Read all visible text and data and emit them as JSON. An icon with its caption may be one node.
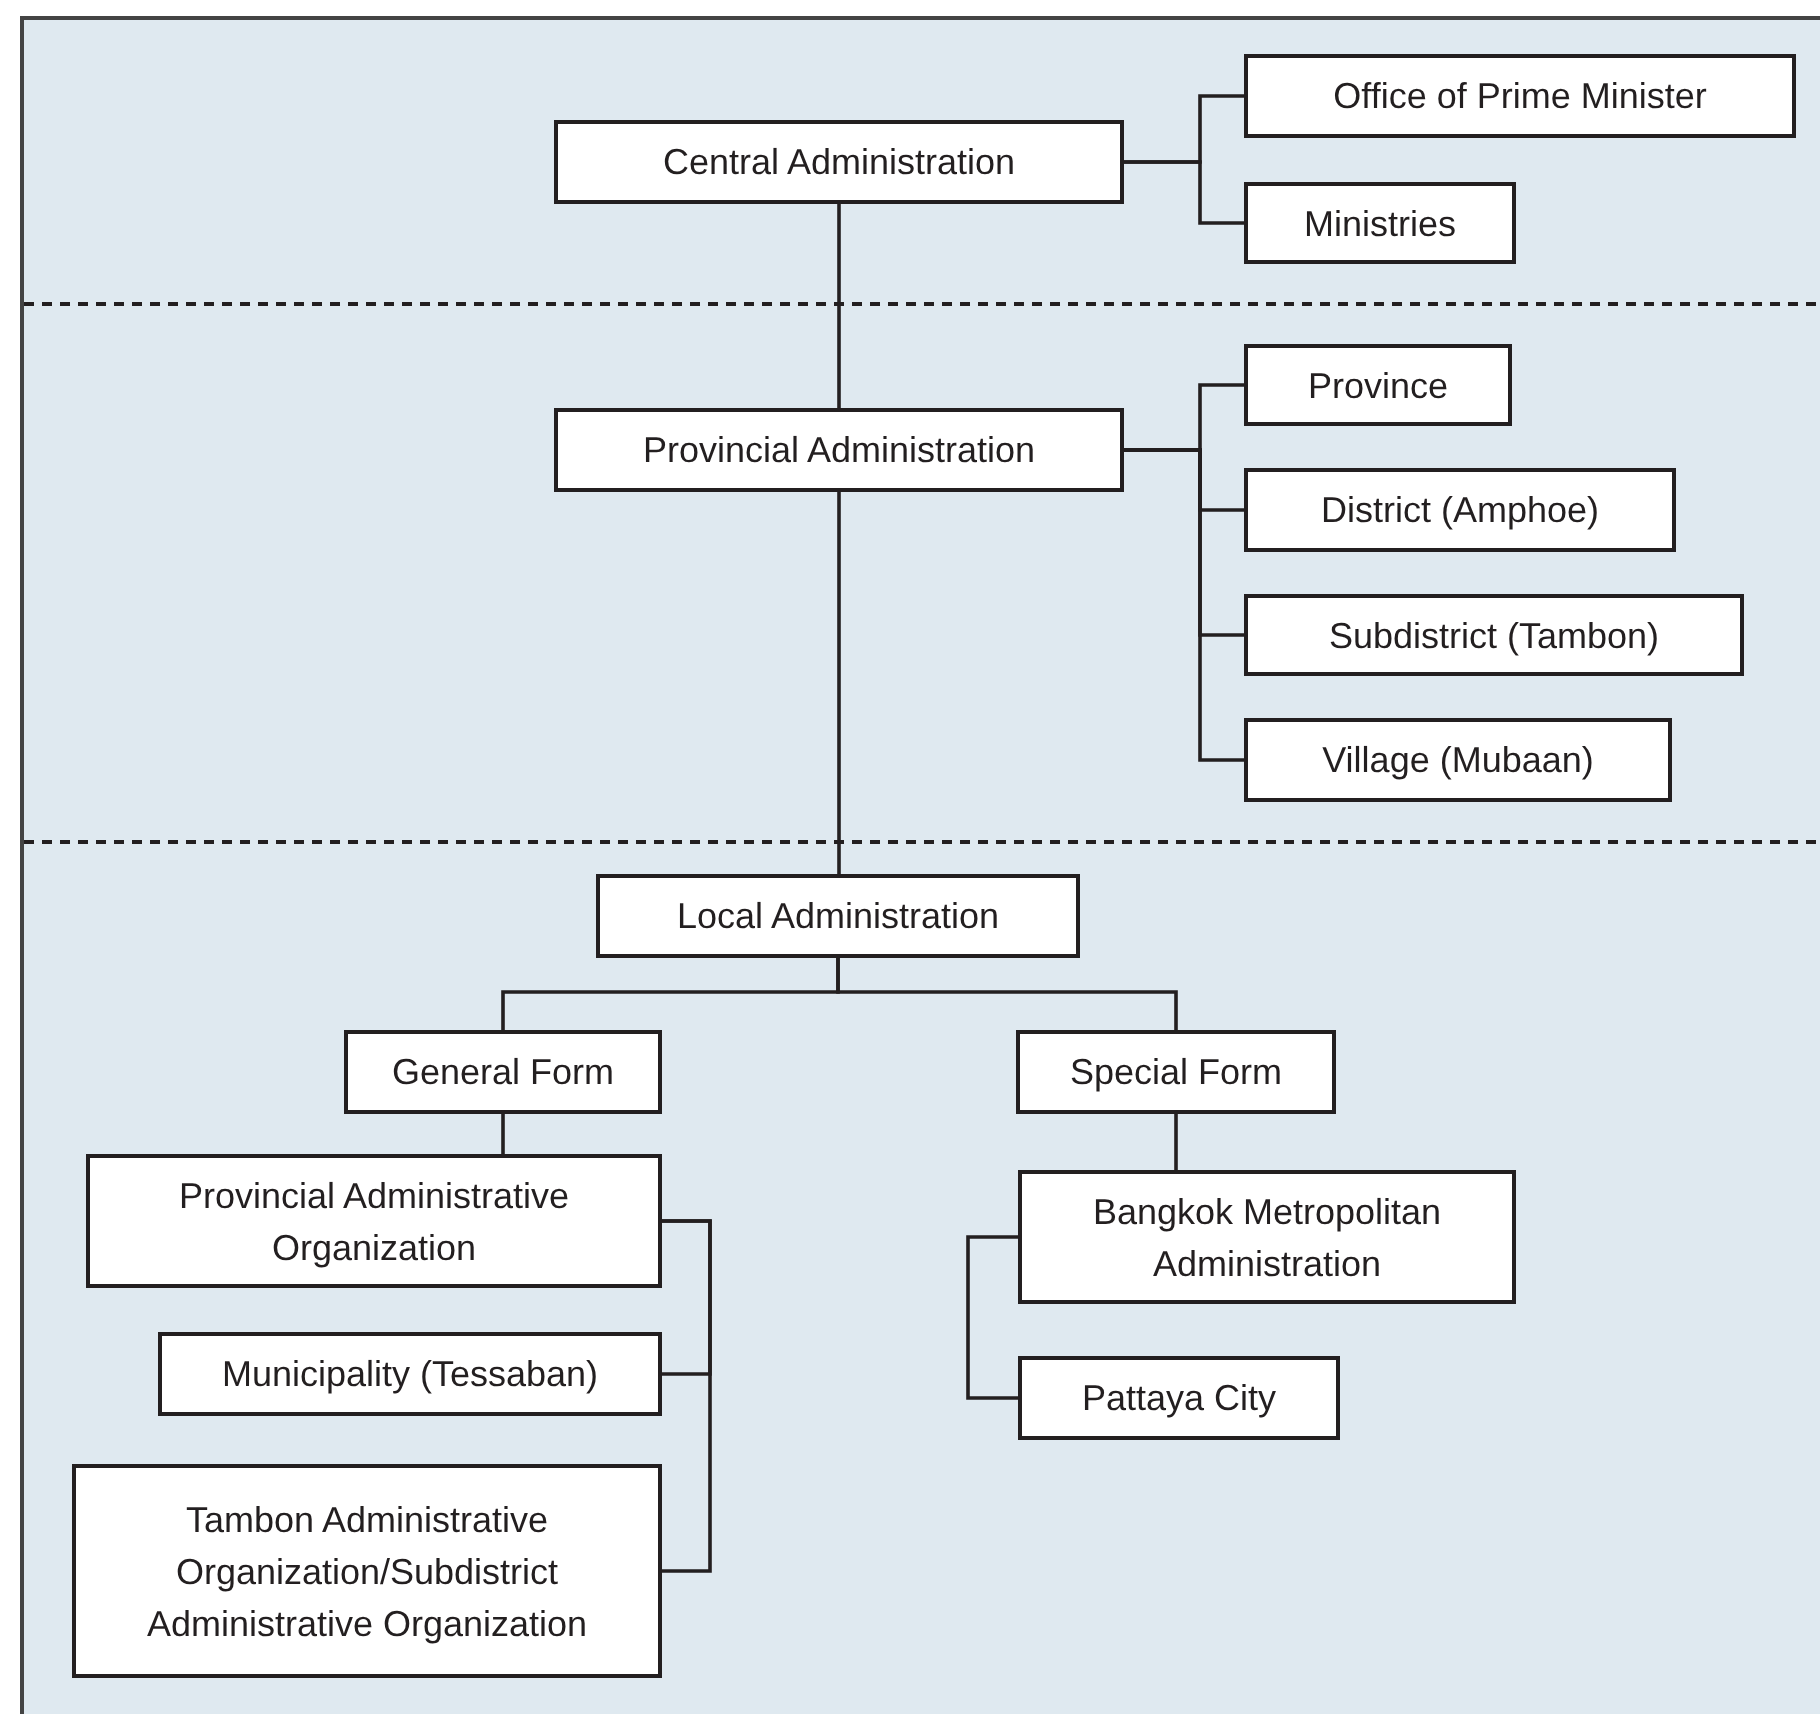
{
  "diagram": {
    "nodes": [
      {
        "text": [
          "Central Administration"
        ]
      },
      {
        "text": [
          "Office of Prime Minister"
        ]
      },
      {
        "text": [
          "Ministries"
        ]
      },
      {
        "text": [
          "Provincial Administration"
        ]
      },
      {
        "text": [
          "Province"
        ]
      },
      {
        "text": [
          "District (Amphoe)"
        ]
      },
      {
        "text": [
          "Subdistrict (Tambon)"
        ]
      },
      {
        "text": [
          "Village (Mubaan)"
        ]
      },
      {
        "text": [
          "Local Administration"
        ]
      },
      {
        "text": [
          "General Form"
        ]
      },
      {
        "text": [
          "Special Form"
        ]
      },
      {
        "text": [
          "Provincial Administrative Organization"
        ]
      },
      {
        "text": [
          "Municipality (Tessaban)"
        ]
      },
      {
        "text": [
          "Tambon Administrative Organization/Subdistrict Administrative Organization"
        ]
      },
      {
        "text": [
          "Bangkok Metropolitan Administration"
        ]
      },
      {
        "text": [
          "Pattaya City"
        ]
      }
    ],
    "edges": [
      {
        "from": 0,
        "to": 1,
        "arrow": "none"
      },
      {
        "from": 0,
        "to": 2,
        "arrow": "none"
      },
      {
        "from": 0,
        "to": 3,
        "arrow": "none"
      },
      {
        "from": 3,
        "to": 4,
        "arrow": "none"
      },
      {
        "from": 3,
        "to": 5,
        "arrow": "none"
      },
      {
        "from": 3,
        "to": 6,
        "arrow": "none"
      },
      {
        "from": 3,
        "to": 7,
        "arrow": "none"
      },
      {
        "from": 3,
        "to": 8,
        "arrow": "none"
      },
      {
        "from": 8,
        "to": 9,
        "arrow": "none"
      },
      {
        "from": 8,
        "to": 10,
        "arrow": "none"
      },
      {
        "from": 9,
        "to": 11,
        "arrow": "none"
      },
      {
        "from": 10,
        "to": 14,
        "arrow": "none"
      },
      {
        "from": 11,
        "to": 12,
        "arrow": "none"
      },
      {
        "from": 11,
        "to": 13,
        "arrow": "none"
      },
      {
        "from": 14,
        "to": 15,
        "arrow": "none"
      }
    ]
  }
}
